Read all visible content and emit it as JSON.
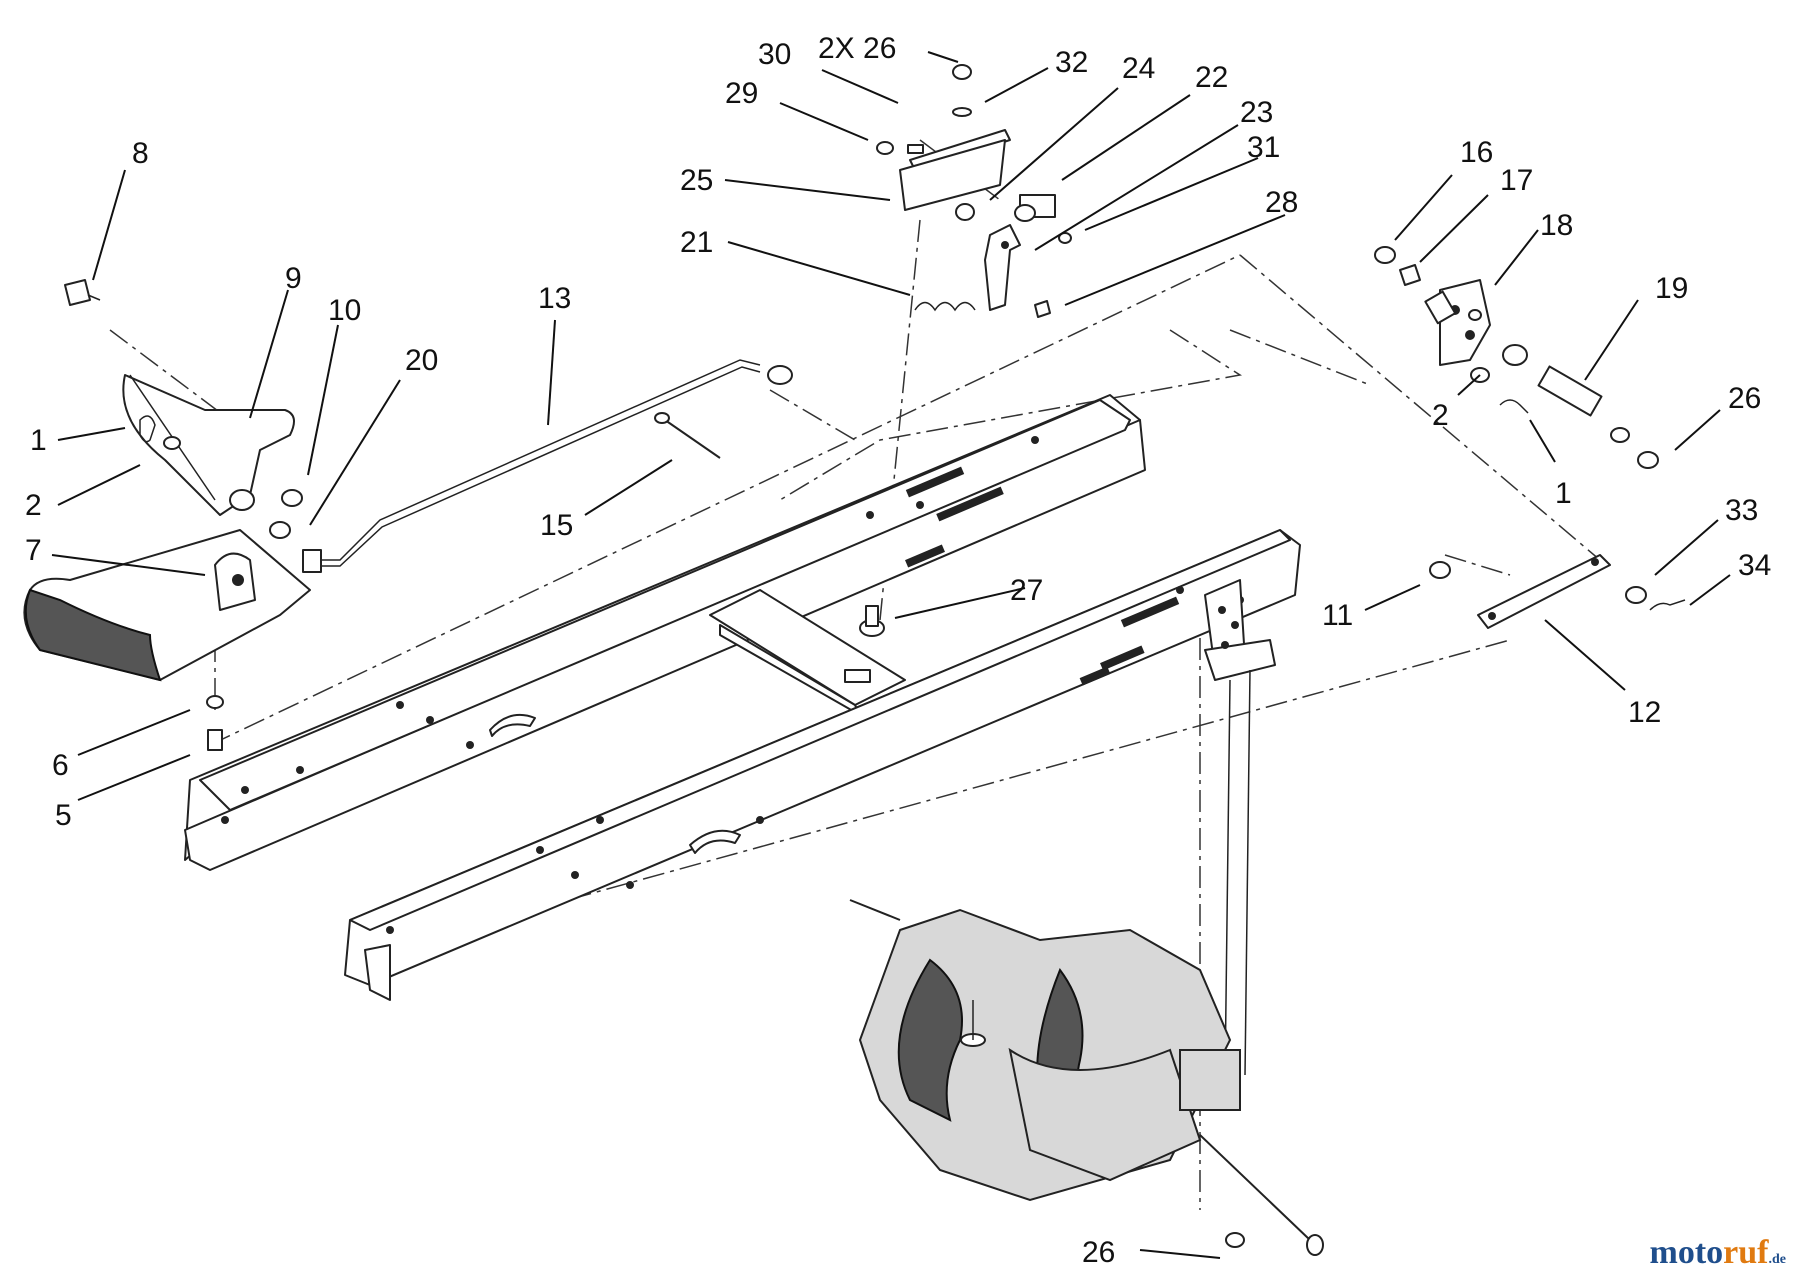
{
  "diagram": {
    "labels": [
      "1",
      "2",
      "5",
      "6",
      "7",
      "8",
      "9",
      "10",
      "20",
      "13",
      "15",
      "25",
      "21",
      "30",
      "2X 26",
      "32",
      "29",
      "24",
      "22",
      "23",
      "31",
      "28",
      "16",
      "17",
      "18",
      "19",
      "26",
      "2",
      "1",
      "33",
      "34",
      "11",
      "12",
      "27",
      "26"
    ]
  },
  "watermark": {
    "part1": "moto",
    "part2": "ruf",
    "part3": ".de"
  }
}
